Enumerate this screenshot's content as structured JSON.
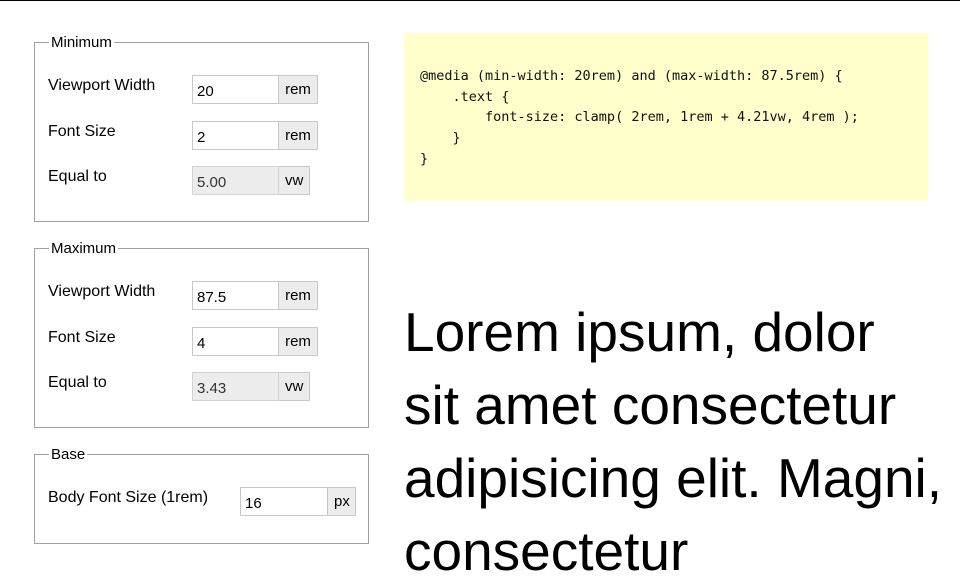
{
  "minimum": {
    "legend": "Minimum",
    "viewport_label": "Viewport Width",
    "viewport_value": "20",
    "viewport_unit": "rem",
    "fontsize_label": "Font Size",
    "fontsize_value": "2",
    "fontsize_unit": "rem",
    "equal_label": "Equal to",
    "equal_value": "5.00",
    "equal_unit": "vw"
  },
  "maximum": {
    "legend": "Maximum",
    "viewport_label": "Viewport Width",
    "viewport_value": "87.5",
    "viewport_unit": "rem",
    "fontsize_label": "Font Size",
    "fontsize_value": "4",
    "fontsize_unit": "rem",
    "equal_label": "Equal to",
    "equal_value": "3.43",
    "equal_unit": "vw"
  },
  "base": {
    "legend": "Base",
    "body_label": "Body Font Size (1rem)",
    "body_value": "16",
    "body_unit": "px"
  },
  "code": {
    "line1": "@media (min-width: 20rem) and (max-width: 87.5rem) {",
    "line2": "    .text {",
    "line3": "        font-size: clamp( 2rem, 1rem + 4.21vw, 4rem );",
    "line4": "    }",
    "line5": "}"
  },
  "preview": {
    "text": "Lorem ipsum, dolor sit amet consectetur adipisicing elit. Magni, consectetur"
  },
  "colors": {
    "code_background": "#ffffcc",
    "readonly_background": "#ececec",
    "border": "#a0a0a0"
  }
}
